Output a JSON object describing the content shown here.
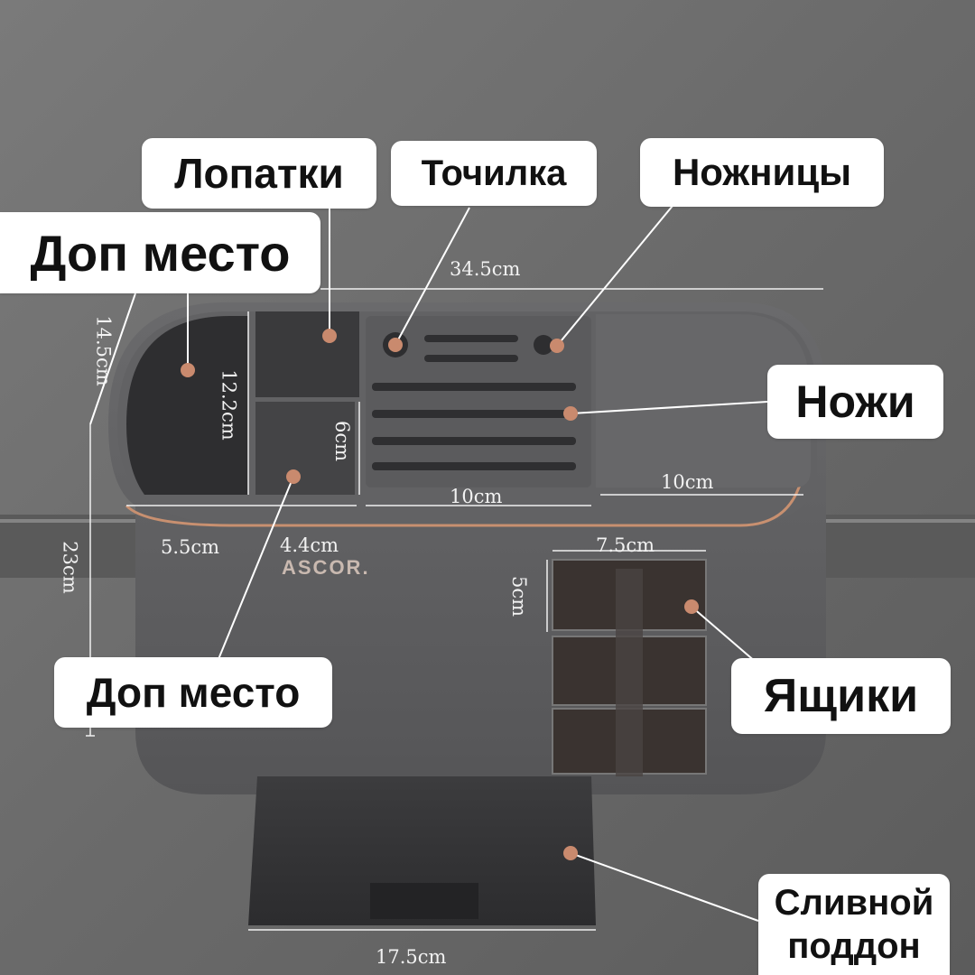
{
  "labels": {
    "lopatki": "Лопатки",
    "tochilka": "Точилка",
    "nozhnitsy": "Ножницы",
    "dop_mesto_top": "Доп место",
    "nozhi": "Ножи",
    "dop_mesto_bottom": "Доп место",
    "yashchiki": "Ящики",
    "slivnoy_line1": "Сливной",
    "slivnoy_line2": "поддон"
  },
  "dimensions": {
    "width_total": "34.5cm",
    "height_upper": "14.5cm",
    "height_total": "23cm",
    "utensil_height": "12.2cm",
    "small_compartment": "6cm",
    "left_cup_width": "5.5cm",
    "mid_compartment_width": "4.4cm",
    "knife_slot_width": "10cm",
    "right_block_width": "10cm",
    "drawer_width": "7.5cm",
    "drawer_height": "5cm",
    "tray_width": "17.5cm"
  },
  "brand": "ASCOR.",
  "colors": {
    "wall": "#6e6e6e",
    "body": "#5d5d5f",
    "accent_trim": "#c89070",
    "dot": "#c98a6e",
    "drawer": "#3a3330"
  }
}
